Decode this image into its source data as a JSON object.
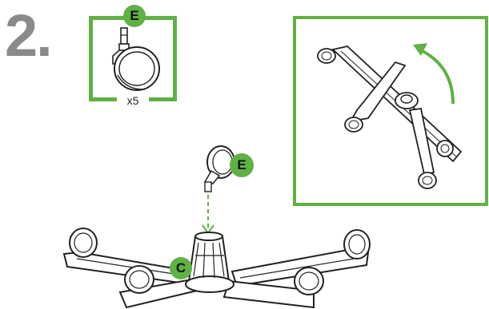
{
  "step": {
    "number": "2."
  },
  "part_callout": {
    "badge": "E",
    "quantity": "x5"
  },
  "assembly": {
    "caster_badge": "E",
    "base_badge": "C"
  },
  "colors": {
    "accent_green": "#5fb144",
    "step_gray": "#8a8a8a",
    "line": "#222222"
  },
  "icons": {
    "caster": "caster-wheel-icon",
    "rotate_arrow": "curved-arrow-icon",
    "insert_arrow": "dashed-down-arrow-icon"
  }
}
